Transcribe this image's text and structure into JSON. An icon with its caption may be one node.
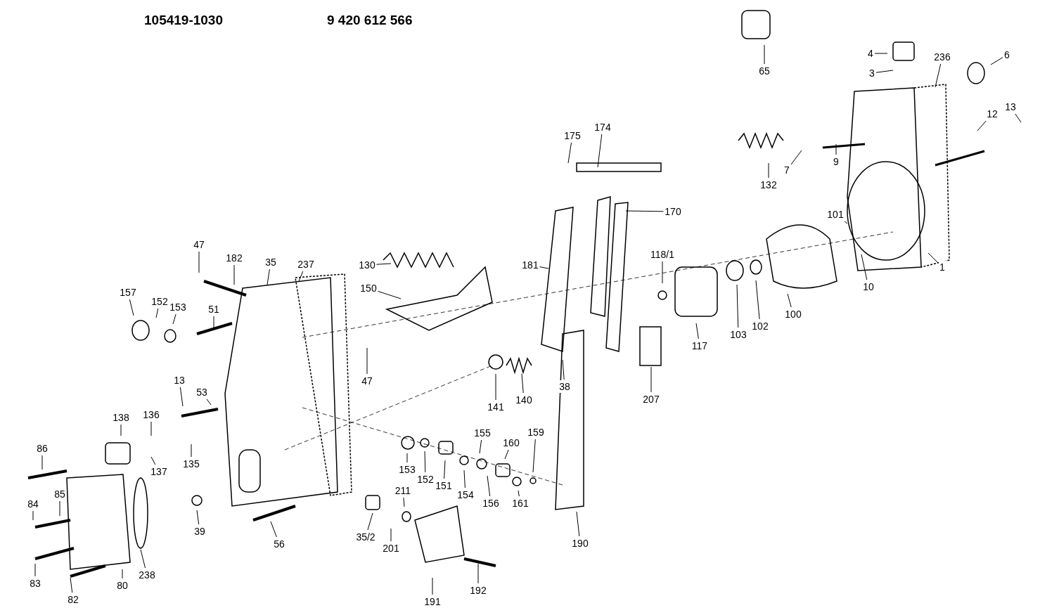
{
  "diagram": {
    "nodes": [
      {
        "text": [
          "65"
        ]
      },
      {
        "text": [
          "4"
        ]
      },
      {
        "text": [
          "3"
        ]
      },
      {
        "text": [
          "236"
        ]
      },
      {
        "text": [
          "6"
        ]
      },
      {
        "text": [
          "12"
        ]
      },
      {
        "text": [
          "13"
        ]
      },
      {
        "text": [
          "175"
        ]
      },
      {
        "text": [
          "174"
        ]
      },
      {
        "text": [
          "132"
        ]
      },
      {
        "text": [
          "7"
        ]
      },
      {
        "text": [
          "9"
        ]
      },
      {
        "text": [
          "170"
        ]
      },
      {
        "text": [
          "101"
        ]
      },
      {
        "text": [
          "130"
        ]
      },
      {
        "text": [
          "181"
        ]
      },
      {
        "text": [
          "118/1"
        ]
      },
      {
        "text": [
          "47"
        ]
      },
      {
        "text": [
          "182"
        ]
      },
      {
        "text": [
          "35"
        ]
      },
      {
        "text": [
          "237"
        ]
      },
      {
        "text": [
          "150"
        ]
      },
      {
        "text": [
          "10"
        ]
      },
      {
        "text": [
          "1"
        ]
      },
      {
        "text": [
          "100"
        ]
      },
      {
        "text": [
          "157"
        ]
      },
      {
        "text": [
          "152"
        ]
      },
      {
        "text": [
          "153"
        ]
      },
      {
        "text": [
          "51"
        ]
      },
      {
        "text": [
          "117"
        ]
      },
      {
        "text": [
          "103"
        ]
      },
      {
        "text": [
          "102"
        ]
      },
      {
        "text": [
          "47"
        ]
      },
      {
        "text": [
          "38"
        ]
      },
      {
        "text": [
          "207"
        ]
      },
      {
        "text": [
          "141"
        ]
      },
      {
        "text": [
          "140"
        ]
      },
      {
        "text": [
          "13"
        ]
      },
      {
        "text": [
          "53"
        ]
      },
      {
        "text": [
          "138"
        ]
      },
      {
        "text": [
          "136"
        ]
      },
      {
        "text": [
          "137"
        ]
      },
      {
        "text": [
          "135"
        ]
      },
      {
        "text": [
          "86"
        ]
      },
      {
        "text": [
          "85"
        ]
      },
      {
        "text": [
          "84"
        ]
      },
      {
        "text": [
          "153"
        ]
      },
      {
        "text": [
          "152"
        ]
      },
      {
        "text": [
          "151"
        ]
      },
      {
        "text": [
          "154"
        ]
      },
      {
        "text": [
          "155"
        ]
      },
      {
        "text": [
          "160"
        ]
      },
      {
        "text": [
          "159"
        ]
      },
      {
        "text": [
          "156"
        ]
      },
      {
        "text": [
          "161"
        ]
      },
      {
        "text": [
          "211"
        ]
      },
      {
        "text": [
          "39"
        ]
      },
      {
        "text": [
          "56"
        ]
      },
      {
        "text": [
          "35/2"
        ]
      },
      {
        "text": [
          "201"
        ]
      },
      {
        "text": [
          "190"
        ]
      },
      {
        "text": [
          "83"
        ]
      },
      {
        "text": [
          "80"
        ]
      },
      {
        "text": [
          "238"
        ]
      },
      {
        "text": [
          "82"
        ]
      },
      {
        "text": [
          "191"
        ]
      },
      {
        "text": [
          "192"
        ]
      }
    ],
    "edges": [
      {
        "from": 0,
        "to": null,
        "arrow": "none"
      },
      {
        "from": 1,
        "to": null,
        "arrow": "none"
      },
      {
        "from": 2,
        "to": null,
        "arrow": "none"
      },
      {
        "from": 3,
        "to": null,
        "arrow": "none"
      },
      {
        "from": 4,
        "to": null,
        "arrow": "none"
      },
      {
        "from": 5,
        "to": null,
        "arrow": "none"
      },
      {
        "from": 6,
        "to": null,
        "arrow": "none"
      },
      {
        "from": 7,
        "to": null,
        "arrow": "none"
      },
      {
        "from": 8,
        "to": null,
        "arrow": "none"
      },
      {
        "from": 9,
        "to": null,
        "arrow": "none"
      },
      {
        "from": 10,
        "to": null,
        "arrow": "none"
      },
      {
        "from": 11,
        "to": null,
        "arrow": "none"
      },
      {
        "from": 12,
        "to": null,
        "arrow": "none"
      },
      {
        "from": 13,
        "to": null,
        "arrow": "none"
      },
      {
        "from": 14,
        "to": null,
        "arrow": "none"
      },
      {
        "from": 15,
        "to": null,
        "arrow": "none"
      },
      {
        "from": 16,
        "to": null,
        "arrow": "none"
      },
      {
        "from": 17,
        "to": null,
        "arrow": "none"
      },
      {
        "from": 18,
        "to": null,
        "arrow": "none"
      },
      {
        "from": 19,
        "to": null,
        "arrow": "none"
      },
      {
        "from": 20,
        "to": null,
        "arrow": "none"
      },
      {
        "from": 21,
        "to": null,
        "arrow": "none"
      },
      {
        "from": 22,
        "to": null,
        "arrow": "none"
      },
      {
        "from": 23,
        "to": null,
        "arrow": "none"
      },
      {
        "from": 24,
        "to": null,
        "arrow": "none"
      },
      {
        "from": 25,
        "to": null,
        "arrow": "none"
      },
      {
        "from": 26,
        "to": null,
        "arrow": "none"
      },
      {
        "from": 27,
        "to": null,
        "arrow": "none"
      },
      {
        "from": 28,
        "to": null,
        "arrow": "none"
      },
      {
        "from": 29,
        "to": null,
        "arrow": "none"
      },
      {
        "from": 30,
        "to": null,
        "arrow": "none"
      },
      {
        "from": 31,
        "to": null,
        "arrow": "none"
      },
      {
        "from": 32,
        "to": null,
        "arrow": "none"
      },
      {
        "from": 33,
        "to": null,
        "arrow": "none"
      },
      {
        "from": 34,
        "to": null,
        "arrow": "none"
      },
      {
        "from": 35,
        "to": null,
        "arrow": "none"
      },
      {
        "from": 36,
        "to": null,
        "arrow": "none"
      },
      {
        "from": 37,
        "to": null,
        "arrow": "none"
      },
      {
        "from": 38,
        "to": null,
        "arrow": "none"
      },
      {
        "from": 39,
        "to": null,
        "arrow": "none"
      },
      {
        "from": 40,
        "to": null,
        "arrow": "none"
      },
      {
        "from": 41,
        "to": null,
        "arrow": "none"
      },
      {
        "from": 42,
        "to": null,
        "arrow": "none"
      },
      {
        "from": 43,
        "to": null,
        "arrow": "none"
      },
      {
        "from": 44,
        "to": null,
        "arrow": "none"
      },
      {
        "from": 45,
        "to": null,
        "arrow": "none"
      },
      {
        "from": 46,
        "to": null,
        "arrow": "none"
      },
      {
        "from": 47,
        "to": null,
        "arrow": "none"
      },
      {
        "from": 48,
        "to": null,
        "arrow": "none"
      },
      {
        "from": 49,
        "to": null,
        "arrow": "none"
      },
      {
        "from": 50,
        "to": null,
        "arrow": "none"
      },
      {
        "from": 51,
        "to": null,
        "arrow": "none"
      },
      {
        "from": 52,
        "to": null,
        "arrow": "none"
      },
      {
        "from": 53,
        "to": null,
        "arrow": "none"
      },
      {
        "from": 54,
        "to": null,
        "arrow": "none"
      },
      {
        "from": 55,
        "to": null,
        "arrow": "none"
      },
      {
        "from": 56,
        "to": null,
        "arrow": "none"
      },
      {
        "from": 57,
        "to": null,
        "arrow": "none"
      },
      {
        "from": 58,
        "to": null,
        "arrow": "none"
      },
      {
        "from": 59,
        "to": null,
        "arrow": "none"
      },
      {
        "from": 60,
        "to": null,
        "arrow": "none"
      },
      {
        "from": 61,
        "to": null,
        "arrow": "none"
      },
      {
        "from": 62,
        "to": null,
        "arrow": "none"
      },
      {
        "from": 63,
        "to": null,
        "arrow": "none"
      },
      {
        "from": 64,
        "to": null,
        "arrow": "none"
      },
      {
        "from": 65,
        "to": null,
        "arrow": "none"
      },
      {
        "from": 66,
        "to": null,
        "arrow": "none"
      }
    ],
    "labels": [
      "105419-1030",
      "9 420 612 566"
    ]
  }
}
